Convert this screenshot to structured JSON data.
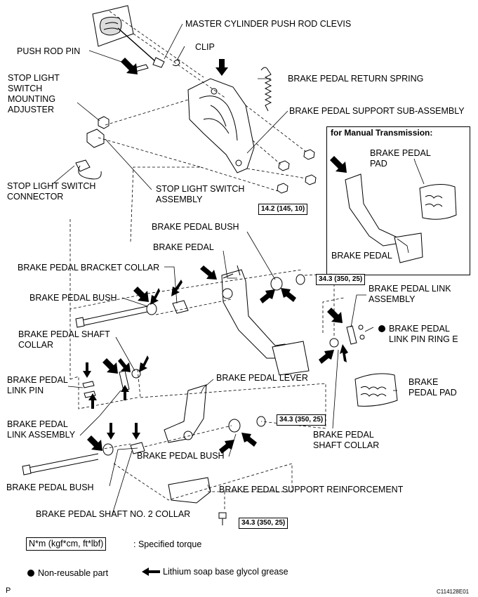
{
  "labels": {
    "master_cylinder_clevis": "MASTER CYLINDER PUSH ROD CLEVIS",
    "clip": "CLIP",
    "push_rod_pin": "PUSH ROD PIN",
    "return_spring": "BRAKE PEDAL RETURN SPRING",
    "stop_light_switch_mounting_adjuster": "STOP LIGHT SWITCH MOUNTING ADJUSTER",
    "support_sub_assembly": "BRAKE PEDAL SUPPORT SUB-ASSEMBLY",
    "stop_light_switch_connector": "STOP LIGHT SWITCH CONNECTOR",
    "stop_light_switch_assembly": "STOP LIGHT SWITCH ASSEMBLY",
    "brake_pedal_bush_top": "BRAKE PEDAL BUSH",
    "brake_pedal": "BRAKE PEDAL",
    "bracket_collar": "BRAKE PEDAL BRACKET COLLAR",
    "brake_pedal_bush_left": "BRAKE PEDAL BUSH",
    "shaft_collar_left": "BRAKE PEDAL SHAFT COLLAR",
    "link_pin": "BRAKE PEDAL LINK PIN",
    "link_assembly_left": "BRAKE PEDAL LINK ASSEMBLY",
    "brake_pedal_lever": "BRAKE PEDAL LEVER",
    "link_assembly_right": "BRAKE PEDAL LINK ASSEMBLY",
    "link_pin_ring_e": "BRAKE PEDAL LINK PIN RING E",
    "pedal_pad_right": "BRAKE PEDAL PAD",
    "shaft_collar_right": "BRAKE PEDAL SHAFT COLLAR",
    "brake_pedal_bush_lower": "BRAKE PEDAL BUSH",
    "brake_pedal_bush_bottom": "BRAKE PEDAL BUSH",
    "support_reinforcement": "BRAKE PEDAL SUPPORT REINFORCEMENT",
    "shaft_no2_collar": "BRAKE PEDAL SHAFT NO. 2 COLLAR"
  },
  "manual_transmission": {
    "title": "for Manual Transmission:",
    "pad_label": "BRAKE PEDAL PAD",
    "pedal_label": "BRAKE PEDAL"
  },
  "torques": {
    "t1": "14.2 (145, 10)",
    "t2": "34.3 (350, 25)",
    "t3": "34.3 (350, 25)",
    "t4": "34.3 (350, 25)"
  },
  "legend": {
    "unit_box": "N*m (kgf*cm, ft*lbf)",
    "unit_text": ": Specified torque",
    "non_reusable": "Non-reusable part",
    "grease": "Lithium soap base glycol grease"
  },
  "footer": {
    "left_code": "P",
    "right_code": "C114128E01"
  }
}
